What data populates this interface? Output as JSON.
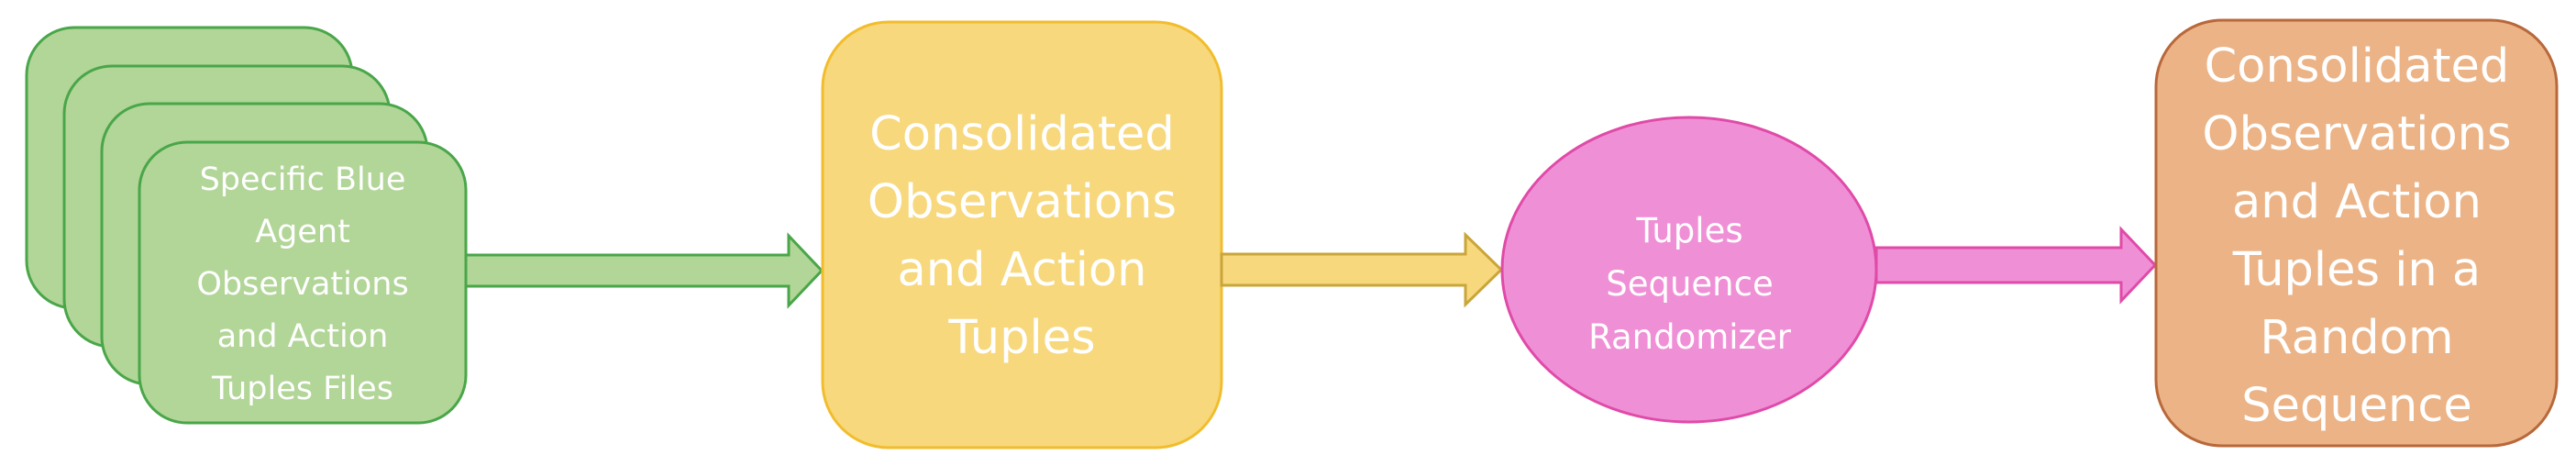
{
  "diagram": {
    "type": "flowchart",
    "nodes": {
      "files": {
        "label": "Specific Blue\nAgent\nObservations\nand Action\nTuples Files",
        "shape": "stacked-rounded-rectangles",
        "fill": "#b2d598",
        "stroke": "#49a649"
      },
      "consolidated": {
        "label": "Consolidated\nObservations\nand Action\nTuples",
        "shape": "rounded-rectangle",
        "fill": "#f7d87d",
        "stroke": "#f2bd2c"
      },
      "randomizer": {
        "label": "Tuples\nSequence\nRandomizer",
        "shape": "ellipse",
        "fill": "#ef90d6",
        "stroke": "#e04aa8"
      },
      "random_sequence": {
        "label": "Consolidated\nObservations\nand Action\nTuples in a\nRandom\nSequence",
        "shape": "rounded-rectangle",
        "fill": "#ebb386",
        "stroke": "#b8683a"
      }
    },
    "edges": [
      {
        "from": "files",
        "to": "consolidated",
        "fill": "#b2d598",
        "stroke": "#49a649"
      },
      {
        "from": "consolidated",
        "to": "randomizer",
        "fill": "#f7d87d",
        "stroke": "#c9a53a"
      },
      {
        "from": "randomizer",
        "to": "random_sequence",
        "fill": "#ef90d6",
        "stroke": "#e04aa8"
      }
    ]
  }
}
